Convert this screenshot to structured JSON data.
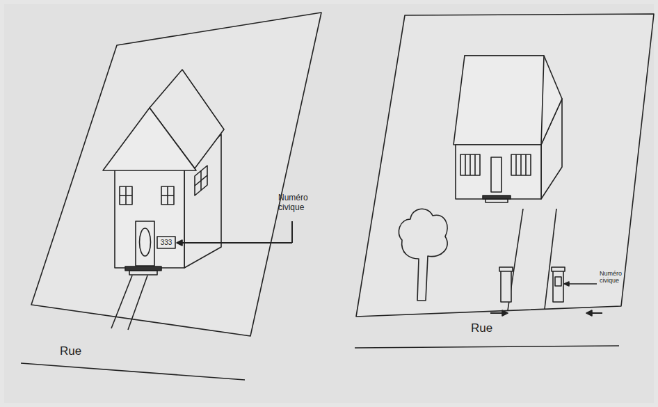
{
  "diagram": {
    "labels": [
      "333",
      "Numéro civique",
      "Rue",
      "Numéro civique",
      "Rue"
    ]
  }
}
